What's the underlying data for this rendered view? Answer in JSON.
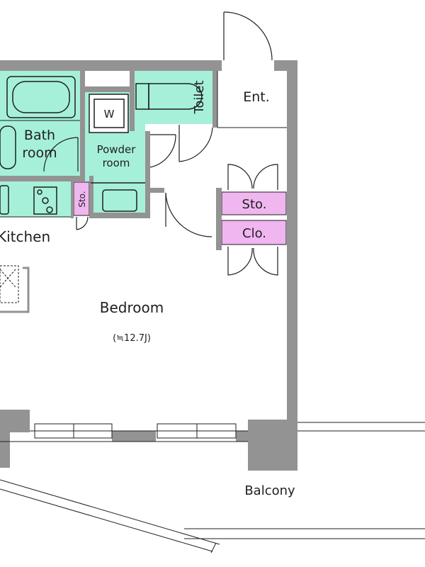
{
  "rooms": {
    "entrance": "Ent.",
    "toilet": "Toilet",
    "bath_line1": "Bath",
    "bath_line2": "room",
    "washer": "W",
    "powder_line1": "Powder",
    "powder_line2": "room",
    "storage_kitchen": "Sto.",
    "storage": "Sto.",
    "closet": "Clo.",
    "kitchen": "Kitchen",
    "bedroom": "Bedroom",
    "bedroom_size": "(≒12.7J)",
    "balcony": "Balcony"
  },
  "colors": {
    "wall": "#939393",
    "wet_area": "#a6f0d9",
    "storage": "#f0b6f0",
    "line": "#1f1f1f"
  }
}
